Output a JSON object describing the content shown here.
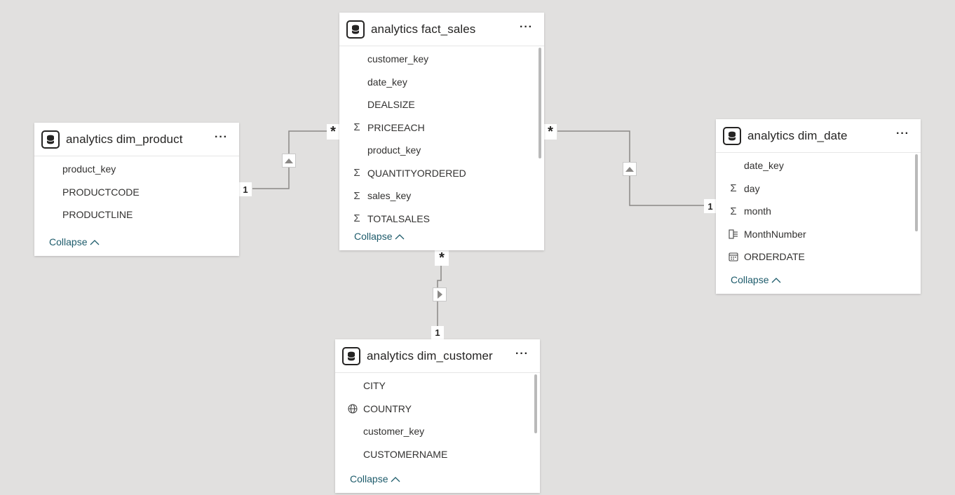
{
  "tables": {
    "fact_sales": {
      "title": "analytics fact_sales",
      "more": "···",
      "fields": [
        "customer_key",
        "date_key",
        "DEALSIZE",
        "PRICEEACH",
        "product_key",
        "QUANTITYORDERED",
        "sales_key",
        "TOTALSALES"
      ],
      "collapse": "Collapse"
    },
    "dim_product": {
      "title": "analytics dim_product",
      "more": "···",
      "fields": [
        "product_key",
        "PRODUCTCODE",
        "PRODUCTLINE"
      ],
      "collapse": "Collapse"
    },
    "dim_date": {
      "title": "analytics dim_date",
      "more": "···",
      "fields": [
        "date_key",
        "day",
        "month",
        "MonthNumber",
        "ORDERDATE"
      ],
      "collapse": "Collapse"
    },
    "dim_customer": {
      "title": "analytics dim_customer",
      "more": "···",
      "fields": [
        "CITY",
        "COUNTRY",
        "customer_key",
        "CUSTOMERNAME"
      ],
      "collapse": "Collapse"
    }
  },
  "cardinality": {
    "many": "*",
    "one": "1"
  },
  "icons": {
    "table": "table-cylinder-icon",
    "sum": "sigma-icon",
    "globe": "globe-icon",
    "hierarchy": "hierarchy-icon",
    "calendar": "calendar-icon",
    "chevron": "chevron-up-icon",
    "filter_up": "filter-direction-up-icon",
    "filter_right": "filter-direction-right-icon"
  },
  "colors": {
    "canvas": "#e1e0df",
    "card": "#ffffff",
    "link": "#1d5b6b",
    "line": "#8a8886"
  }
}
